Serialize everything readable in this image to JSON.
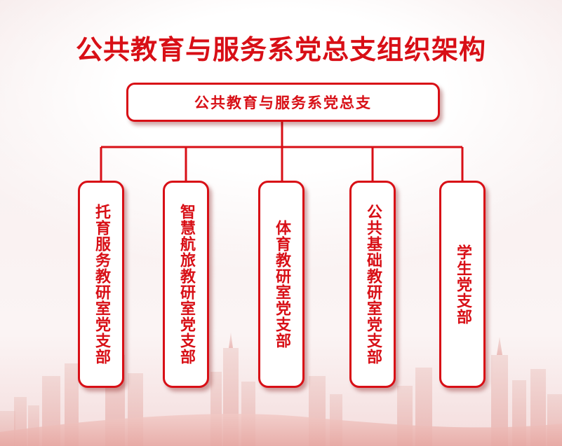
{
  "title": "公共教育与服务系党总支组织架构",
  "root": {
    "label": "公共教育与服务系党总支"
  },
  "branches": [
    {
      "label": "托育服务教研室党支部"
    },
    {
      "label": "智慧航旅教研室党支部"
    },
    {
      "label": "体育教研室党支部"
    },
    {
      "label": "公共基础教研室党支部"
    },
    {
      "label": "学生党支部"
    }
  ],
  "colors": {
    "accent": "#d80f16",
    "box_fill": "#ffffff",
    "background": "#f9f1f1"
  },
  "decoration": {
    "background": "faded red city skyline"
  }
}
